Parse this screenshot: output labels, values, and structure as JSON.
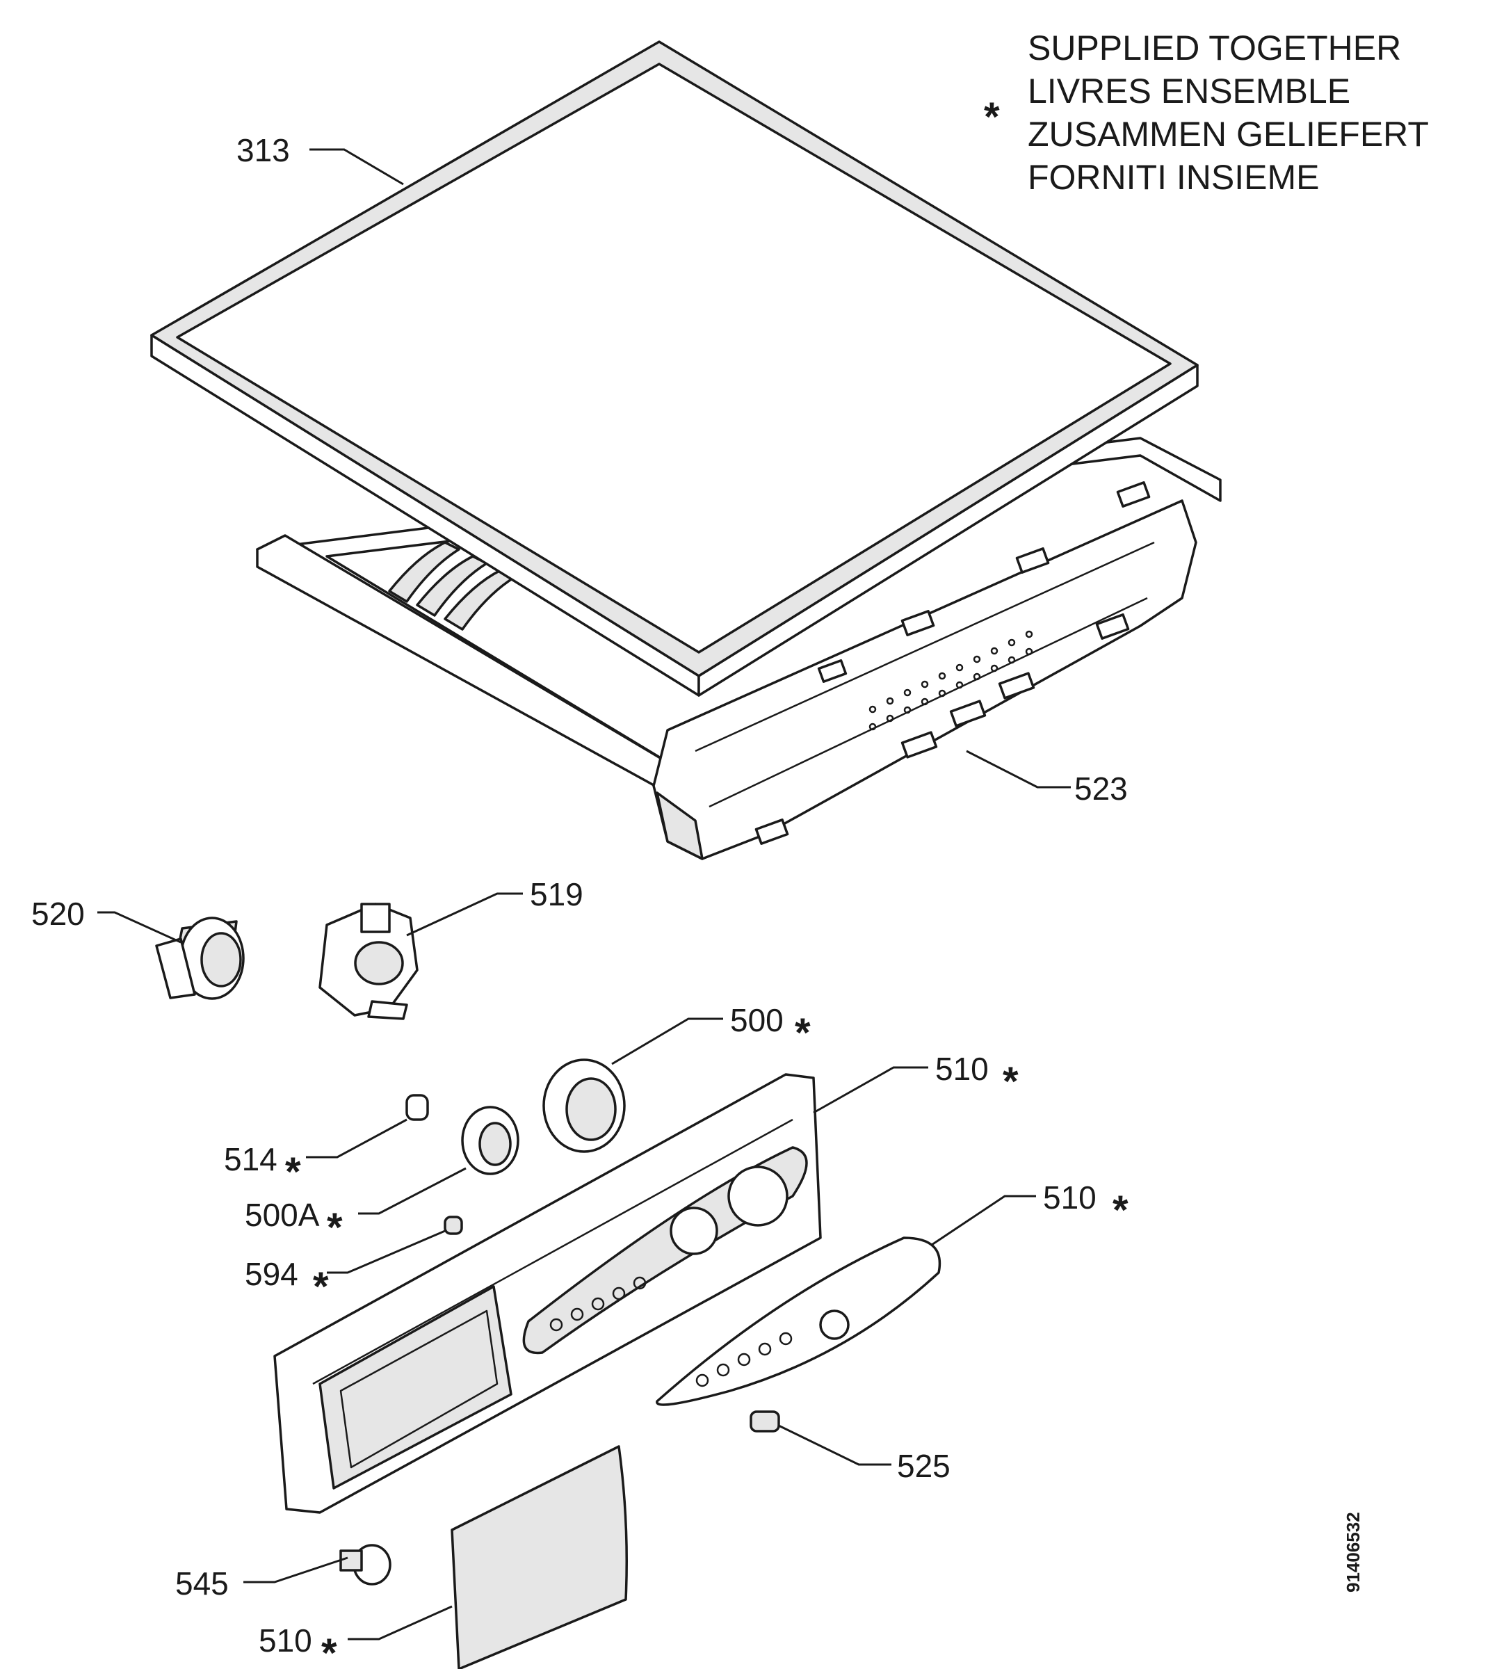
{
  "legend": {
    "symbol": "*",
    "lines": [
      "SUPPLIED TOGETHER",
      "LIVRES ENSEMBLE",
      "ZUSAMMEN GELIEFERT",
      "FORNITI INSIEME"
    ]
  },
  "callouts": {
    "c313": {
      "text": "313",
      "star": ""
    },
    "c523": {
      "text": "523",
      "star": ""
    },
    "c520": {
      "text": "520",
      "star": ""
    },
    "c519": {
      "text": "519",
      "star": ""
    },
    "c500": {
      "text": "500",
      "star": "*"
    },
    "c510a": {
      "text": "510",
      "star": "*"
    },
    "c514": {
      "text": "514",
      "star": "*"
    },
    "c500a": {
      "text": "500A",
      "star": "*"
    },
    "c510b": {
      "text": "510",
      "star": "*"
    },
    "c594": {
      "text": "594",
      "star": "*"
    },
    "c525": {
      "text": "525",
      "star": ""
    },
    "c545": {
      "text": "545",
      "star": ""
    },
    "c510c": {
      "text": "510",
      "star": "*"
    }
  },
  "doc_id": "91406532"
}
